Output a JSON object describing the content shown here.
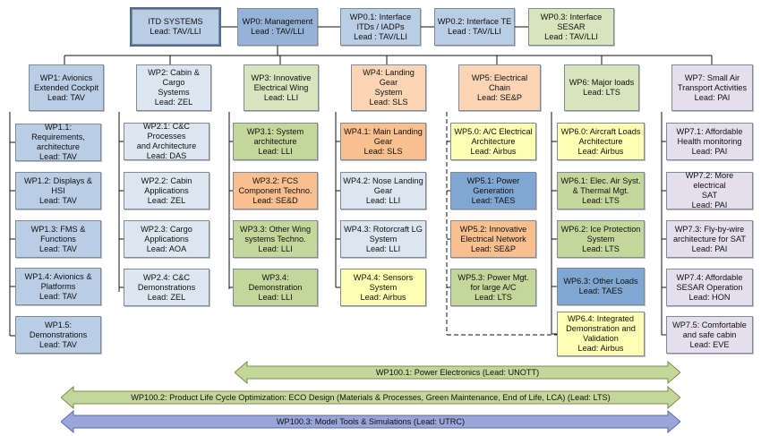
{
  "top": {
    "itd": {
      "title": "ITD SYSTEMS",
      "lead": "Lead: TAV/LLI"
    },
    "wp0": {
      "title": "WP0: Management",
      "lead": "Lead : TAV/LLI"
    },
    "wp01": {
      "title": "WP0.1: Interface\nITDs / IADPs",
      "lead": "Lead : TAV/LLI"
    },
    "wp02": {
      "title": "WP0.2: Interface TE",
      "lead": "Lead : TAV/LLI"
    },
    "wp03": {
      "title": "WP0.3: Interface\nSESAR",
      "lead": "Lead : TAV/LLI"
    }
  },
  "columns": [
    {
      "title": "WP1: Avionics\nExtended Cockpit",
      "lead": "Lead: TAV",
      "items": [
        {
          "title": "WP1.1: Requirements,\narchitecture",
          "lead": "Lead: TAV"
        },
        {
          "title": "WP1.2: Displays & HSI",
          "lead": "Lead: TAV"
        },
        {
          "title": "WP1.3: FMS &\nFunctions",
          "lead": "Lead: TAV"
        },
        {
          "title": "WP1.4: Avionics &\nPlatforms",
          "lead": "Lead: TAV"
        },
        {
          "title": "WP1.5:\nDemonstrations",
          "lead": "Lead: TAV"
        }
      ]
    },
    {
      "title": "WP2: Cabin & Cargo\nSystems",
      "lead": "Lead: ZEL",
      "items": [
        {
          "title": "WP2.1: C&C Processes\nand Architecture",
          "lead": "Lead: DAS"
        },
        {
          "title": "WP2.2: Cabin\nApplications",
          "lead": "Lead: ZEL"
        },
        {
          "title": "WP2.3: Cargo\nApplications",
          "lead": "Lead: AOA"
        },
        {
          "title": "WP2.4: C&C\nDemonstrations",
          "lead": "Lead: ZEL"
        }
      ]
    },
    {
      "title": "WP3: Innovative\nElectrical Wing",
      "lead": "Lead: LLI",
      "items": [
        {
          "title": "WP3.1: System\narchitecture",
          "lead": "Lead: LLI"
        },
        {
          "title": "WP3.2: FCS\nComponent Techno.",
          "lead": "Lead: SE&D"
        },
        {
          "title": "WP3.3: Other Wing\nsystems Techno.",
          "lead": "Lead: LLI"
        },
        {
          "title": "WP3.4: Demonstration",
          "lead": "Lead: LLI"
        }
      ]
    },
    {
      "title": "WP4: Landing Gear\nSystem",
      "lead": "Lead: SLS",
      "items": [
        {
          "title": "WP4.1: Main Landing\nGear",
          "lead": "Lead: SLS"
        },
        {
          "title": "WP4.2: Nose Landing\nGear",
          "lead": "Lead: LLI"
        },
        {
          "title": "WP4.3: Rotorcraft LG\nSystem",
          "lead": "Lead: LLI"
        },
        {
          "title": "WP4.4: Sensors\nSystem",
          "lead": "Lead: Airbus"
        }
      ]
    },
    {
      "title": "WP5: Electrical Chain",
      "lead": "Lead: SE&P",
      "items": [
        {
          "title": "WP5.0: A/C Electrical\nArchitecture",
          "lead": "Lead: Airbus"
        },
        {
          "title": "WP5.1: Power\nGeneration",
          "lead": "Lead: TAES"
        },
        {
          "title": "WP5.2: Innovative\nElectrical Network",
          "lead": "Lead: SE&P"
        },
        {
          "title": "WP5.3: Power Mgt.\nfor large A/C",
          "lead": "Lead: LTS"
        }
      ]
    },
    {
      "title": "WP6: Major loads",
      "lead": "Lead: LTS",
      "items": [
        {
          "title": "WP6.0: Aircraft Loads\nArchitecture",
          "lead": "Lead: Airbus"
        },
        {
          "title": "WP6.1: Elec. Air Syst.\n& Thermal Mgt.",
          "lead": "Lead: LTS"
        },
        {
          "title": "WP6.2: Ice Protection\nSystem",
          "lead": "Lead: LTS"
        },
        {
          "title": "WP6.3: Other Loads",
          "lead": "Lead: TAES"
        },
        {
          "title": "WP6.4: Integrated\nDemonstration and\nValidation",
          "lead": "Lead: Airbus"
        }
      ]
    },
    {
      "title": "WP7: Small Air\nTransport Activities",
      "lead": "Lead: PAI",
      "items": [
        {
          "title": "WP7.1: Affordable\nHealth monitoring",
          "lead": "Lead: PAI"
        },
        {
          "title": "WP7.2: More electrical\nSAT",
          "lead": "Lead: PAI"
        },
        {
          "title": "WP7.3: Fly-by-wire\narchitecture for SAT",
          "lead": "Lead: PAI"
        },
        {
          "title": "WP7.4: Affordable\nSESAR Operation",
          "lead": "Lead: HON"
        },
        {
          "title": "WP7.5: Comfortable\nand safe cabin",
          "lead": "Lead: EVE"
        }
      ]
    }
  ],
  "bars": [
    {
      "label": "WP100.1: Power Electronics (Lead: UNOTT)",
      "color": "#c4d79b"
    },
    {
      "label": "WP100.2: Product Life Cycle Optimization: ECO Design (Materials & Processes, Green Maintenance, End of Life, LCA) (Lead: LTS)",
      "color": "#c4d79b"
    },
    {
      "label": "WP100.3: Model Tools & Simulations (Lead: UTRC)",
      "color": "#95a3d7"
    }
  ]
}
